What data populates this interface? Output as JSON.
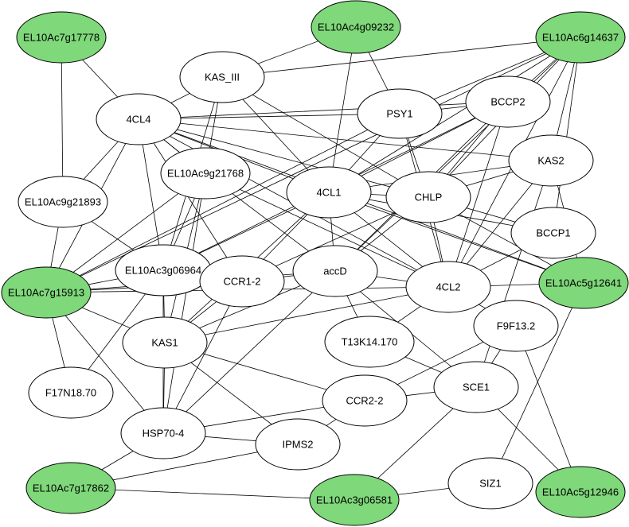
{
  "colors": {
    "highlight": "#7fd87a",
    "normal": "#ffffff",
    "stroke": "#000000"
  },
  "nodes": [
    {
      "id": "EL10Ac7g17778",
      "label": "EL10Ac7g17778",
      "highlight": true
    },
    {
      "id": "EL10Ac4g09232",
      "label": "EL10Ac4g09232",
      "highlight": true
    },
    {
      "id": "EL10Ac6g14637",
      "label": "EL10Ac6g14637",
      "highlight": true
    },
    {
      "id": "KAS_III",
      "label": "KAS_III",
      "highlight": false
    },
    {
      "id": "4CL4",
      "label": "4CL4",
      "highlight": false
    },
    {
      "id": "PSY1",
      "label": "PSY1",
      "highlight": false
    },
    {
      "id": "BCCP2",
      "label": "BCCP2",
      "highlight": false
    },
    {
      "id": "EL10Ac9g21768",
      "label": "EL10Ac9g21768",
      "highlight": false
    },
    {
      "id": "KAS2",
      "label": "KAS2",
      "highlight": false
    },
    {
      "id": "EL10Ac9g21893",
      "label": "EL10Ac9g21893",
      "highlight": false
    },
    {
      "id": "4CL1",
      "label": "4CL1",
      "highlight": false
    },
    {
      "id": "CHLP",
      "label": "CHLP",
      "highlight": false
    },
    {
      "id": "BCCP1",
      "label": "BCCP1",
      "highlight": false
    },
    {
      "id": "EL10Ac3g06964",
      "label": "EL10Ac3g06964",
      "highlight": false
    },
    {
      "id": "CCR1-2",
      "label": "CCR1-2",
      "highlight": false
    },
    {
      "id": "accD",
      "label": "accD",
      "highlight": false
    },
    {
      "id": "4CL2",
      "label": "4CL2",
      "highlight": false
    },
    {
      "id": "EL10Ac5g12641",
      "label": "EL10Ac5g12641",
      "highlight": true
    },
    {
      "id": "EL10Ac7g15913",
      "label": "EL10Ac7g15913",
      "highlight": true
    },
    {
      "id": "KAS1",
      "label": "KAS1",
      "highlight": false
    },
    {
      "id": "T13K14.170",
      "label": "T13K14.170",
      "highlight": false
    },
    {
      "id": "F9F13.2",
      "label": "F9F13.2",
      "highlight": false
    },
    {
      "id": "F17N18.70",
      "label": "F17N18.70",
      "highlight": false
    },
    {
      "id": "SCE1",
      "label": "SCE1",
      "highlight": false
    },
    {
      "id": "CCR2-2",
      "label": "CCR2-2",
      "highlight": false
    },
    {
      "id": "HSP70-4",
      "label": "HSP70-4",
      "highlight": false
    },
    {
      "id": "IPMS2",
      "label": "IPMS2",
      "highlight": false
    },
    {
      "id": "SIZ1",
      "label": "SIZ1",
      "highlight": false
    },
    {
      "id": "EL10Ac7g17862",
      "label": "EL10Ac7g17862",
      "highlight": true
    },
    {
      "id": "EL10Ac3g06581",
      "label": "EL10Ac3g06581",
      "highlight": true
    },
    {
      "id": "EL10Ac5g12946",
      "label": "EL10Ac5g12946",
      "highlight": true
    }
  ],
  "edges": [
    [
      "EL10Ac7g17778",
      "4CL4"
    ],
    [
      "EL10Ac7g17778",
      "EL10Ac9g21893"
    ],
    [
      "EL10Ac4g09232",
      "KAS_III"
    ],
    [
      "EL10Ac4g09232",
      "PSY1"
    ],
    [
      "EL10Ac4g09232",
      "4CL1"
    ],
    [
      "EL10Ac6g14637",
      "KAS_III"
    ],
    [
      "EL10Ac6g14637",
      "PSY1"
    ],
    [
      "EL10Ac6g14637",
      "BCCP2"
    ],
    [
      "EL10Ac6g14637",
      "KAS2"
    ],
    [
      "EL10Ac6g14637",
      "CHLP"
    ],
    [
      "EL10Ac6g14637",
      "BCCP1"
    ],
    [
      "EL10Ac6g14637",
      "4CL2"
    ],
    [
      "EL10Ac6g14637",
      "4CL1"
    ],
    [
      "EL10Ac6g14637",
      "accD"
    ],
    [
      "EL10Ac6g14637",
      "EL10Ac7g15913"
    ],
    [
      "KAS_III",
      "4CL4"
    ],
    [
      "KAS_III",
      "4CL1"
    ],
    [
      "KAS_III",
      "CHLP"
    ],
    [
      "KAS_III",
      "EL10Ac3g06964"
    ],
    [
      "KAS_III",
      "EL10Ac9g21768"
    ],
    [
      "4CL4",
      "PSY1"
    ],
    [
      "4CL4",
      "BCCP2"
    ],
    [
      "4CL4",
      "KAS2"
    ],
    [
      "4CL4",
      "4CL1"
    ],
    [
      "4CL4",
      "CHLP"
    ],
    [
      "4CL4",
      "EL10Ac9g21768"
    ],
    [
      "4CL4",
      "EL10Ac9g21893"
    ],
    [
      "4CL4",
      "EL10Ac3g06964"
    ],
    [
      "4CL4",
      "EL10Ac7g15913"
    ],
    [
      "4CL4",
      "EL10Ac5g12641"
    ],
    [
      "4CL4",
      "4CL2"
    ],
    [
      "4CL4",
      "CCR1-2"
    ],
    [
      "PSY1",
      "BCCP2"
    ],
    [
      "PSY1",
      "CHLP"
    ],
    [
      "PSY1",
      "4CL1"
    ],
    [
      "PSY1",
      "4CL2"
    ],
    [
      "PSY1",
      "EL10Ac7g15913"
    ],
    [
      "BCCP2",
      "4CL1"
    ],
    [
      "BCCP2",
      "CHLP"
    ],
    [
      "BCCP2",
      "4CL2"
    ],
    [
      "BCCP2",
      "accD"
    ],
    [
      "BCCP2",
      "EL10Ac3g06964"
    ],
    [
      "KAS2",
      "4CL1"
    ],
    [
      "KAS2",
      "4CL2"
    ],
    [
      "KAS2",
      "CHLP"
    ],
    [
      "KAS2",
      "SCE1"
    ],
    [
      "KAS2",
      "EL10Ac5g12641"
    ],
    [
      "EL10Ac9g21768",
      "4CL2"
    ],
    [
      "EL10Ac9g21768",
      "accD"
    ],
    [
      "EL10Ac9g21768",
      "EL10Ac3g06964"
    ],
    [
      "EL10Ac9g21768",
      "KAS1"
    ],
    [
      "EL10Ac9g21768",
      "EL10Ac7g15913"
    ],
    [
      "EL10Ac9g21893",
      "EL10Ac7g15913"
    ],
    [
      "EL10Ac9g21893",
      "EL10Ac3g06964"
    ],
    [
      "4CL1",
      "CHLP"
    ],
    [
      "4CL1",
      "4CL2"
    ],
    [
      "4CL1",
      "accD"
    ],
    [
      "4CL1",
      "CCR1-2"
    ],
    [
      "4CL1",
      "EL10Ac3g06964"
    ],
    [
      "4CL1",
      "EL10Ac5g12641"
    ],
    [
      "4CL1",
      "BCCP1"
    ],
    [
      "4CL1",
      "KAS1"
    ],
    [
      "CHLP",
      "4CL2"
    ],
    [
      "CHLP",
      "BCCP1"
    ],
    [
      "CHLP",
      "accD"
    ],
    [
      "CHLP",
      "CCR1-2"
    ],
    [
      "CHLP",
      "EL10Ac5g12641"
    ],
    [
      "BCCP1",
      "4CL2"
    ],
    [
      "EL10Ac3g06964",
      "EL10Ac7g15913"
    ],
    [
      "EL10Ac3g06964",
      "CCR1-2"
    ],
    [
      "EL10Ac3g06964",
      "KAS1"
    ],
    [
      "EL10Ac3g06964",
      "F17N18.70"
    ],
    [
      "CCR1-2",
      "accD"
    ],
    [
      "CCR1-2",
      "EL10Ac7g15913"
    ],
    [
      "CCR1-2",
      "KAS1"
    ],
    [
      "CCR1-2",
      "HSP70-4"
    ],
    [
      "accD",
      "4CL2"
    ],
    [
      "accD",
      "T13K14.170"
    ],
    [
      "accD",
      "SCE1"
    ],
    [
      "accD",
      "EL10Ac7g15913"
    ],
    [
      "accD",
      "HSP70-4"
    ],
    [
      "4CL2",
      "EL10Ac5g12641"
    ],
    [
      "4CL2",
      "F9F13.2"
    ],
    [
      "4CL2",
      "T13K14.170"
    ],
    [
      "4CL2",
      "KAS1"
    ],
    [
      "4CL2",
      "EL10Ac7g15913"
    ],
    [
      "EL10Ac7g15913",
      "KAS1"
    ],
    [
      "EL10Ac7g15913",
      "F17N18.70"
    ],
    [
      "EL10Ac7g15913",
      "HSP70-4"
    ],
    [
      "KAS1",
      "HSP70-4"
    ],
    [
      "KAS1",
      "CCR2-2"
    ],
    [
      "KAS1",
      "IPMS2"
    ],
    [
      "F9F13.2",
      "CCR2-2"
    ],
    [
      "F9F13.2",
      "SCE1"
    ],
    [
      "F9F13.2",
      "EL10Ac5g12946"
    ],
    [
      "SCE1",
      "CCR2-2"
    ],
    [
      "SCE1",
      "EL10Ac3g06581"
    ],
    [
      "SCE1",
      "EL10Ac5g12946"
    ],
    [
      "CCR2-2",
      "HSP70-4"
    ],
    [
      "CCR2-2",
      "IPMS2"
    ],
    [
      "HSP70-4",
      "IPMS2"
    ],
    [
      "HSP70-4",
      "EL10Ac7g17862"
    ],
    [
      "IPMS2",
      "EL10Ac7g17862"
    ],
    [
      "EL10Ac7g17862",
      "EL10Ac3g06581"
    ],
    [
      "EL10Ac3g06581",
      "SIZ1"
    ],
    [
      "EL10Ac5g12641",
      "SIZ1"
    ],
    [
      "EL10Ac3g06964",
      "HSP70-4"
    ],
    [
      "EL10Ac9g21768",
      "HSP70-4"
    ],
    [
      "4CL4",
      "EL10Ac9g21768"
    ],
    [
      "T13K14.170",
      "SCE1"
    ],
    [
      "accD",
      "KAS1"
    ]
  ]
}
